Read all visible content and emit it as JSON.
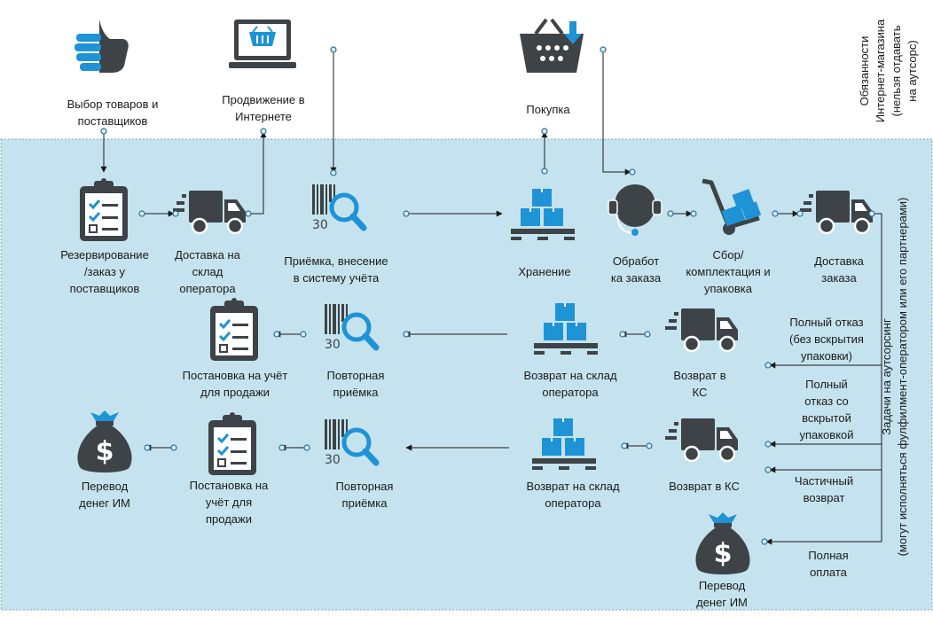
{
  "colors": {
    "zone_fill": "#c5e3ee",
    "zone_border": "#7fa9b8",
    "icon_dark": "#3d4347",
    "icon_blue": "#1e93d6",
    "line": "#1a1a1a",
    "dot_fill": "#d6ecf5",
    "dot_stroke": "#2d6f91"
  },
  "labels": {
    "select_goods": "Выбор товаров и\nпоставщиков",
    "promotion": "Продвижение в\nИнтернете",
    "purchase": "Покупка",
    "reserve": "Резервирование\n/заказ у\nпоставщиков",
    "delivery_to_warehouse": "Доставка на\nсклад\nоператора",
    "receiving": "Приёмка, внесение\nв систему учёта",
    "storage": "Хранение",
    "order_processing": "Обработ\nка заказа",
    "picking": "Сбор/\nкомплектация и\nупаковка",
    "order_delivery": "Доставка\nзаказа",
    "registration_for_sale_1": "Постановка на учёт\nдля продажи",
    "re_receiving_1": "Повторная\nприёмка",
    "return_to_warehouse_1": "Возврат на склад\nоператора",
    "return_to_ks_1": "Возврат в\nКС",
    "full_refusal_unopened": "Полный отказ\n(без вскрытия\nупаковки)",
    "full_refusal_opened": "Полный\nотказ со\nвскрытой\nупаковкой",
    "transfer_money_1": "Перевод\nденег ИМ",
    "registration_for_sale_2": "Постановка на\nучёт для\nпродажи",
    "re_receiving_2": "Повторная\nприёмка",
    "return_to_warehouse_2": "Возврат на склад\nоператора",
    "return_to_ks_2": "Возврат в КС",
    "partial_return": "Частичный\nвозврат",
    "full_payment": "Полная\nоплата",
    "transfer_money_2": "Перевод\nденег ИМ",
    "shop_duties": "Обязанности\nИнтернет-магазина\n(нельзя отдавать\nна аутсорс)",
    "outsourcing_tasks": "Задачи на аутсорсинг\n(могут исполняться фулфилмент-оператором или его партнерами)"
  },
  "icons": [
    "thumbs-up-icon",
    "laptop-basket-icon",
    "shopping-basket-download-icon",
    "clipboard-checklist-icon",
    "delivery-truck-icon",
    "barcode-scanner-icon",
    "pallet-boxes-icon",
    "headset-operator-icon",
    "hand-truck-boxes-icon",
    "money-bag-icon"
  ]
}
